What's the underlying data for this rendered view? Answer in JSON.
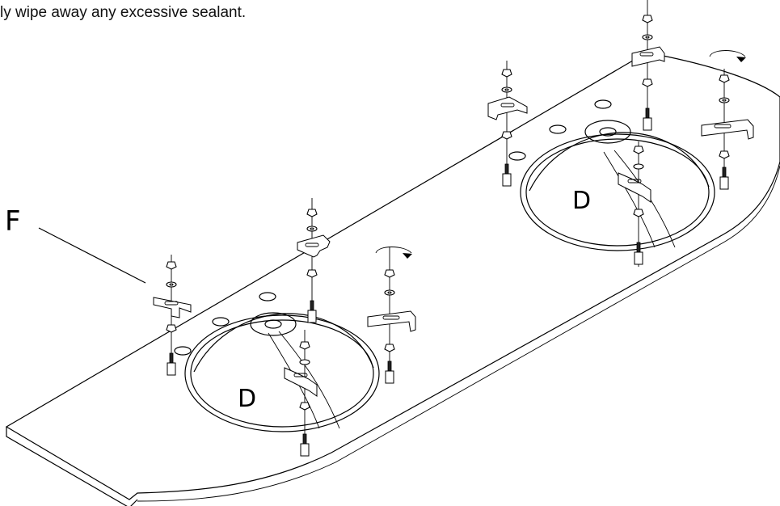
{
  "instruction_text": "ly wipe away any excessive sealant.",
  "callouts": {
    "f": "F",
    "d_left": "D",
    "d_right": "D"
  }
}
